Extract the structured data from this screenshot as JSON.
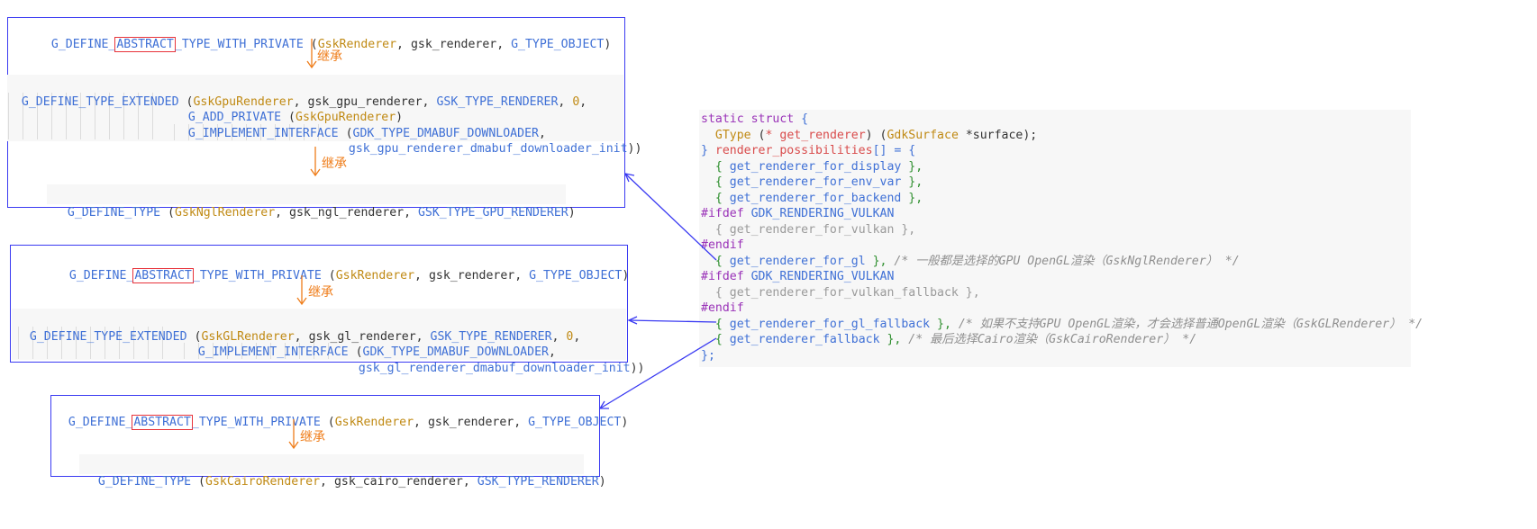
{
  "inherit_label": "继承",
  "panel1": {
    "base": {
      "p1": "G_DEFINE_",
      "hl": "ABSTRACT",
      "p2": "_TYPE_WITH_PRIVATE",
      "open": " (",
      "type": "GskRenderer",
      "sep1": ", ",
      "name": "gsk_renderer",
      "sep2": ", ",
      "parent": "G_TYPE_OBJECT",
      "close": ")"
    },
    "gpu": {
      "l1": {
        "macro": "G_DEFINE_TYPE_EXTENDED",
        "open": " (",
        "type": "GskGpuRenderer",
        "sep1": ", ",
        "name": "gsk_gpu_renderer",
        "sep2": ", ",
        "parent": "GSK_TYPE_RENDERER",
        "sep3": ", ",
        "flags": "0",
        "end": ","
      },
      "l2": {
        "macro": "G_ADD_PRIVATE",
        "open": " (",
        "type": "GskGpuRenderer",
        "close": ")"
      },
      "l3": {
        "macro": "G_IMPLEMENT_INTERFACE",
        "open": " (",
        "iface": "GDK_TYPE_DMABUF_DOWNLOADER",
        "end": ","
      },
      "l4": {
        "func": "gsk_gpu_renderer_dmabuf_downloader_init",
        "close": "))"
      }
    },
    "ngl": {
      "macro": "G_DEFINE_TYPE",
      "open": " (",
      "type": "GskNglRenderer",
      "sep1": ", ",
      "name": "gsk_ngl_renderer",
      "sep2": ", ",
      "parent": "GSK_TYPE_GPU_RENDERER",
      "close": ")"
    }
  },
  "panel2": {
    "base": {
      "p1": "G_DEFINE_",
      "hl": "ABSTRACT",
      "p2": "_TYPE_WITH_PRIVATE",
      "open": " (",
      "type": "GskRenderer",
      "sep1": ", ",
      "name": "gsk_renderer",
      "sep2": ", ",
      "parent": "G_TYPE_OBJECT",
      "close": ")"
    },
    "gl": {
      "l1": {
        "macro": "G_DEFINE_TYPE_EXTENDED",
        "open": " (",
        "type": "GskGLRenderer",
        "sep1": ", ",
        "name": "gsk_gl_renderer",
        "sep2": ", ",
        "parent": "GSK_TYPE_RENDERER",
        "sep3": ", ",
        "flags": "0",
        "end": ","
      },
      "l2": {
        "macro": "G_IMPLEMENT_INTERFACE",
        "open": " (",
        "iface": "GDK_TYPE_DMABUF_DOWNLOADER",
        "end": ","
      },
      "l3": {
        "func": "gsk_gl_renderer_dmabuf_downloader_init",
        "close": "))"
      }
    }
  },
  "panel3": {
    "base": {
      "p1": "G_DEFINE_",
      "hl": "ABSTRACT",
      "p2": "_TYPE_WITH_PRIVATE",
      "open": " (",
      "type": "GskRenderer",
      "sep1": ", ",
      "name": "gsk_renderer",
      "sep2": ", ",
      "parent": "G_TYPE_OBJECT",
      "close": ")"
    },
    "cairo": {
      "macro": "G_DEFINE_TYPE",
      "open": " (",
      "type": "GskCairoRenderer",
      "sep1": ", ",
      "name": "gsk_cairo_renderer",
      "sep2": ", ",
      "parent": "GSK_TYPE_RENDERER",
      "close": ")"
    }
  },
  "code": {
    "l1": {
      "kw": "static struct",
      "brace": " {"
    },
    "l2": {
      "ind": "  ",
      "type": "GType",
      "open": " (",
      "star": "* ",
      "fn": "get_renderer",
      "mid": ") (",
      "arg": "GdkSurface",
      "ptr": " *",
      "pname": "surface",
      "end": ");"
    },
    "l3": {
      "close": "} ",
      "name": "renderer_possibilities",
      "brk": "[] = {"
    },
    "l4": {
      "ind": "  ",
      "ob": "{ ",
      "fn": "get_renderer_for_display",
      "cb": " },"
    },
    "l5": {
      "ind": "  ",
      "ob": "{ ",
      "fn": "get_renderer_for_env_var",
      "cb": " },"
    },
    "l6": {
      "ind": "  ",
      "ob": "{ ",
      "fn": "get_renderer_for_backend",
      "cb": " },"
    },
    "l7": {
      "dir": "#ifdef",
      "sp": " ",
      "mac": "GDK_RENDERING_VULKAN"
    },
    "l8": {
      "ind": "  ",
      "ob": "{ ",
      "fn": "get_renderer_for_vulkan",
      "cb": " },"
    },
    "l9": {
      "dir": "#endif"
    },
    "l10": {
      "ind": "  ",
      "ob": "{ ",
      "fn": "get_renderer_for_gl",
      "cb": " },",
      "cmt": " /* 一般都是选择的GPU OpenGL渲染（GskNglRenderer） */"
    },
    "l11": {
      "dir": "#ifdef",
      "sp": " ",
      "mac": "GDK_RENDERING_VULKAN"
    },
    "l12": {
      "ind": "  ",
      "ob": "{ ",
      "fn": "get_renderer_for_vulkan_fallback",
      "cb": " },"
    },
    "l13": {
      "dir": "#endif"
    },
    "l14": {
      "ind": "  ",
      "ob": "{ ",
      "fn": "get_renderer_for_gl_fallback",
      "cb": " },",
      "cmt": " /* 如果不支持GPU OpenGL渲染，才会选择普通OpenGL渲染（GskGLRenderer） */"
    },
    "l15": {
      "ind": "  ",
      "ob": "{ ",
      "fn": "get_renderer_fallback",
      "cb": " },",
      "cmt": " /* 最后选择Cairo渲染（GskCairoRenderer） */"
    },
    "l16": {
      "end": "};"
    }
  },
  "colors": {
    "frame": "#3a3af2",
    "highlight": "#e8333a",
    "inherit": "#ef7d1a",
    "macro": "#3f70d6",
    "type": "#c08a14",
    "directive": "#9a33b8",
    "comment": "#8f8f8f"
  }
}
